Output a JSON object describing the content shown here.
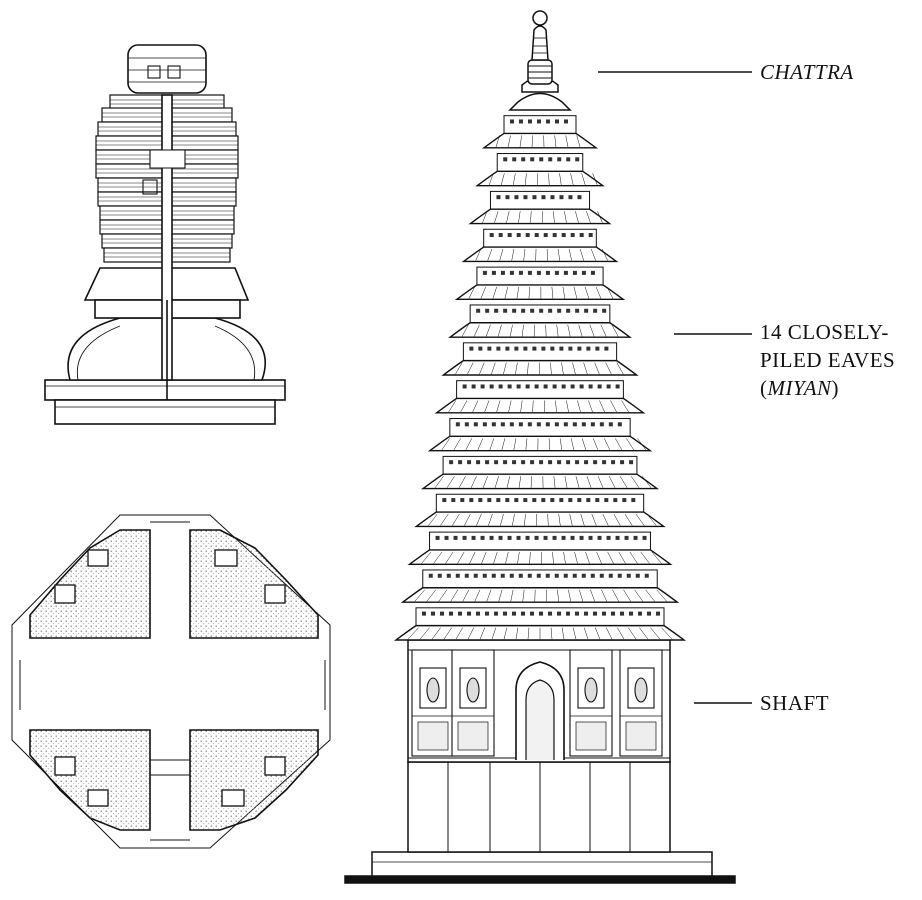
{
  "labels": {
    "chattra": "CHATTRA",
    "eaves_line1": "14 CLOSELY-",
    "eaves_line2": "PILED EAVES",
    "eaves_open": "(",
    "eaves_term": "MIYAN",
    "eaves_close": ")",
    "shaft": "SHAFT"
  },
  "eave_count": 14,
  "colors": {
    "ink": "#111111",
    "paper": "#ffffff",
    "stipple": "#9a9a9a"
  }
}
